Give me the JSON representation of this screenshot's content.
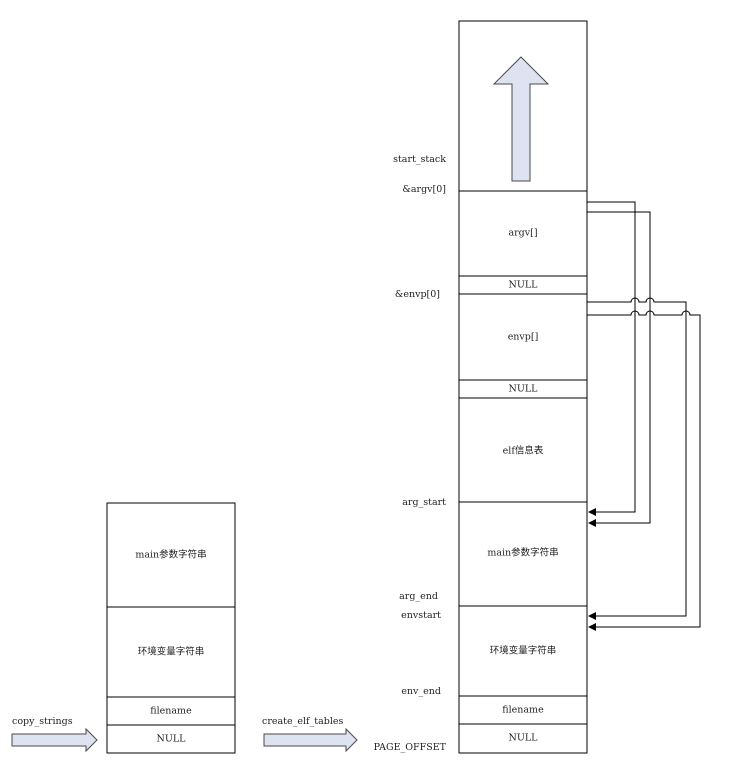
{
  "left_stack": {
    "cells": [
      {
        "id": "main-args",
        "label": "main参数字符串"
      },
      {
        "id": "env-strings",
        "label": "环境变量字符串"
      },
      {
        "id": "filename",
        "label": "filename"
      },
      {
        "id": "null",
        "label": "NULL"
      }
    ]
  },
  "right_stack": {
    "cells": [
      {
        "id": "stack-free",
        "label": ""
      },
      {
        "id": "argv",
        "label": "argv[]"
      },
      {
        "id": "argv-null",
        "label": "NULL"
      },
      {
        "id": "envp",
        "label": "envp[]"
      },
      {
        "id": "envp-null",
        "label": "NULL"
      },
      {
        "id": "elf-table",
        "label": "elf信息表"
      },
      {
        "id": "main-args",
        "label": "main参数字符串"
      },
      {
        "id": "env-strings",
        "label": "环境变量字符串"
      },
      {
        "id": "filename",
        "label": "filename"
      },
      {
        "id": "null",
        "label": "NULL"
      }
    ]
  },
  "address_labels": {
    "start_stack": "start_stack",
    "argv0": "&argv[0]",
    "envp0": "&envp[0]",
    "arg_start": "arg_start",
    "arg_end": "arg_end",
    "envstart": "envstart",
    "env_end": "env_end",
    "page_offset": "PAGE_OFFSET"
  },
  "steps": {
    "copy_strings": "copy_strings",
    "create_elf_tables": "create_elf_tables"
  },
  "colors": {
    "stroke": "#000000",
    "arrow_fill": "#dde3f0",
    "arrow_stroke": "#4a4a4a"
  }
}
